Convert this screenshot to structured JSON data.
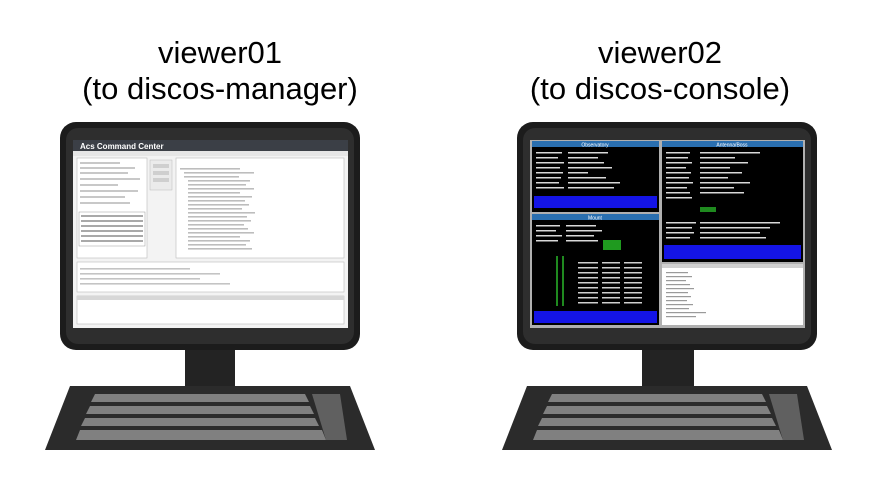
{
  "viewers": [
    {
      "name": "viewer01",
      "target": "(to discos-manager)"
    },
    {
      "name": "viewer02",
      "target": "(to discos-console)"
    }
  ],
  "screen1": {
    "window_title": "Acs Command Center"
  },
  "screen2": {
    "panel_titles": [
      "Observatory",
      "Antenna/Boss",
      "Mount"
    ]
  },
  "colors": {
    "monitor_frame": "#1c1c1c",
    "bezel": "#2a2a2a",
    "stand": "#222222",
    "keyboard": "#2b2b2b",
    "key_row": "#7f7f7f",
    "console_bg": "#000000",
    "console_blue": "#1414e6",
    "console_green": "#1f8a1f"
  }
}
